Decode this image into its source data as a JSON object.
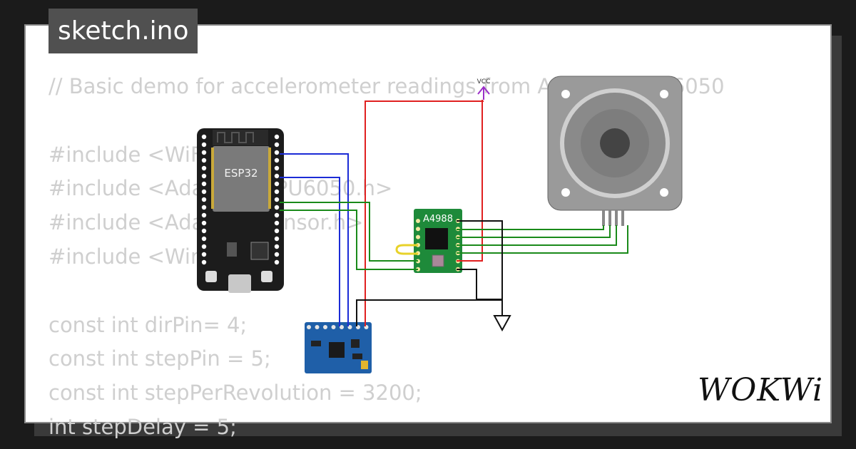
{
  "tab": {
    "label": "sketch.ino"
  },
  "code_lines": [
    "// Basic demo for accelerometer readings from Adafruit MPU6050",
    "",
    "#include <WiFi.h>",
    "#include <Adafruit_MPU6050.h>",
    "#include <Adafruit_Sensor.h>",
    "#include <Wire.h>",
    "",
    "const int dirPin= 4;",
    "const int stepPin = 5;",
    "const int stepPerRevolution = 3200;",
    "int stepDelay = 5;"
  ],
  "components": {
    "esp32_label": "ESP32",
    "driver_label": "A4988",
    "vcc_label": "VCC"
  },
  "logo": {
    "text": "WOKWi"
  },
  "colors": {
    "wire_red": "#e02020",
    "wire_blue": "#1b2bd6",
    "wire_green": "#1a8a1a",
    "wire_black": "#111111",
    "driver_green": "#1e8a3a",
    "mpu_blue": "#1f5fa8",
    "vcc_purple": "#9b2fc8"
  }
}
